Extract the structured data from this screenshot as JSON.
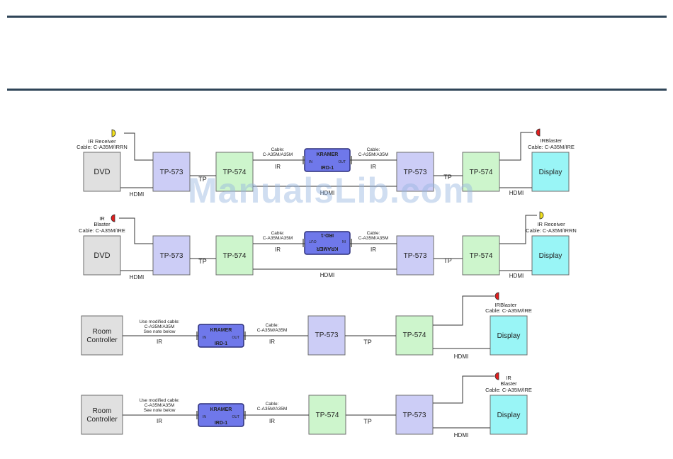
{
  "watermark": "ManualsLib.com",
  "labels": {
    "dvd": "DVD",
    "display": "Display",
    "tp573": "TP-573",
    "tp574": "TP-574",
    "room_controller_1": "Room",
    "room_controller_2": "Controller",
    "ird_brand": "KRAMER",
    "ird_model": "IRD-1",
    "ird_in": "IN",
    "ird_out": "OUT",
    "tp": "TP",
    "hdmi": "HDMI",
    "ir": "IR",
    "hdmi_long": "HDMI",
    "cable_a35_line1": "Cable:",
    "cable_a35_line2": "C-A35M/A35M",
    "ir_receiver": "IR Receiver",
    "cable_irrn": "Cable: C-A35M/IRRN",
    "irblaster": "IRBlaster",
    "cable_ire": "Cable: C-A35M/IRE",
    "ir_short": "IR",
    "blaster": "Blaster",
    "modified_1": "Use modified cable:",
    "modified_2": "C-A35M/A35M",
    "modified_3": "See note below"
  },
  "colors": {
    "header_rule": "#2f4558",
    "tp573": "#cccdf6",
    "tp574": "#cdf5cc",
    "display": "#99f5f6",
    "source": "#e0e0e0",
    "ird_body": "#6f78ea",
    "ir_receiver_icon": "#f2e11d",
    "ir_blaster_icon": "#e41d1d"
  }
}
